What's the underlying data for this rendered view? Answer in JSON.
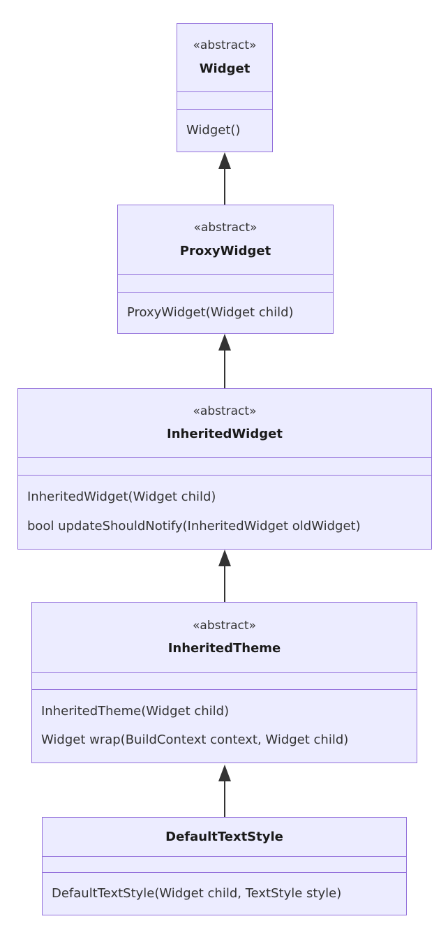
{
  "diagram": {
    "type": "uml-class-diagram",
    "classes": [
      {
        "id": "widget",
        "annotation": "«abstract»",
        "name": "Widget",
        "attributes": [],
        "methods": [
          "Widget()"
        ]
      },
      {
        "id": "proxy-widget",
        "annotation": "«abstract»",
        "name": "ProxyWidget",
        "attributes": [],
        "methods": [
          "ProxyWidget(Widget child)"
        ]
      },
      {
        "id": "inherited-widget",
        "annotation": "«abstract»",
        "name": "InheritedWidget",
        "attributes": [],
        "methods": [
          "InheritedWidget(Widget child)",
          "bool updateShouldNotify(InheritedWidget oldWidget)"
        ]
      },
      {
        "id": "inherited-theme",
        "annotation": "«abstract»",
        "name": "InheritedTheme",
        "attributes": [],
        "methods": [
          "InheritedTheme(Widget child)",
          "Widget wrap(BuildContext context, Widget child)"
        ]
      },
      {
        "id": "default-text-style",
        "annotation": "",
        "name": "DefaultTextStyle",
        "attributes": [],
        "methods": [
          "DefaultTextStyle(Widget child, TextStyle style)"
        ]
      }
    ],
    "edges": [
      {
        "child": "ProxyWidget",
        "parent": "Widget",
        "relation": "inheritance"
      },
      {
        "child": "InheritedWidget",
        "parent": "ProxyWidget",
        "relation": "inheritance"
      },
      {
        "child": "InheritedTheme",
        "parent": "InheritedWidget",
        "relation": "inheritance"
      },
      {
        "child": "DefaultTextStyle",
        "parent": "InheritedTheme",
        "relation": "inheritance"
      }
    ],
    "colors": {
      "node_fill": "#ECECFF",
      "node_border": "#9370DB",
      "text": "#333333",
      "arrow": "#333333",
      "background": "#ffffff"
    }
  }
}
